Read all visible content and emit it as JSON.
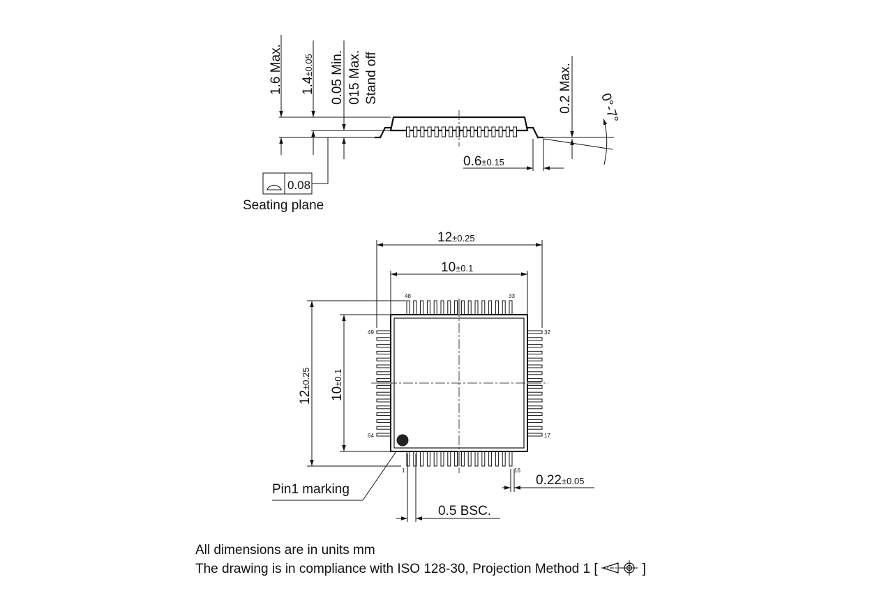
{
  "side_view": {
    "h_max_prefix": "1.6 Max.",
    "h_body_main": "1.4",
    "h_body_tol": "±0.05",
    "standoff_min": "0.05 Min.",
    "standoff_max": "015 Max.",
    "standoff_label": "Stand off",
    "lead_thickness": "0.2 Max.",
    "lead_angle": "0°-7°",
    "foot_len_main": "0.6",
    "foot_len_tol": "±0.15",
    "coplanarity_value": "0.08",
    "seating_plane": "Seating plane"
  },
  "top_view": {
    "overall_main": "12",
    "overall_tol": "±0.25",
    "body_main": "10",
    "body_tol": "±0.1",
    "pin_top_left": "48",
    "pin_top_right": "33",
    "pin_left_top": "49",
    "pin_left_bottom": "64",
    "pin_right_top": "32",
    "pin_right_bottom": "17",
    "pin_bottom_left": "1",
    "pin_bottom_right": "16",
    "pin_width_main": "0.22",
    "pin_width_tol": "±0.05",
    "pitch": "0.5 BSC.",
    "pin1_marking": "Pin1 marking"
  },
  "notes": {
    "line1": "All dimensions are in units mm",
    "line2": "The drawing is in compliance with ISO 128-30, Projection Method 1 ["
  },
  "icons": {
    "flatness": "flatness-symbol-icon",
    "projection": "first-angle-projection-icon"
  }
}
